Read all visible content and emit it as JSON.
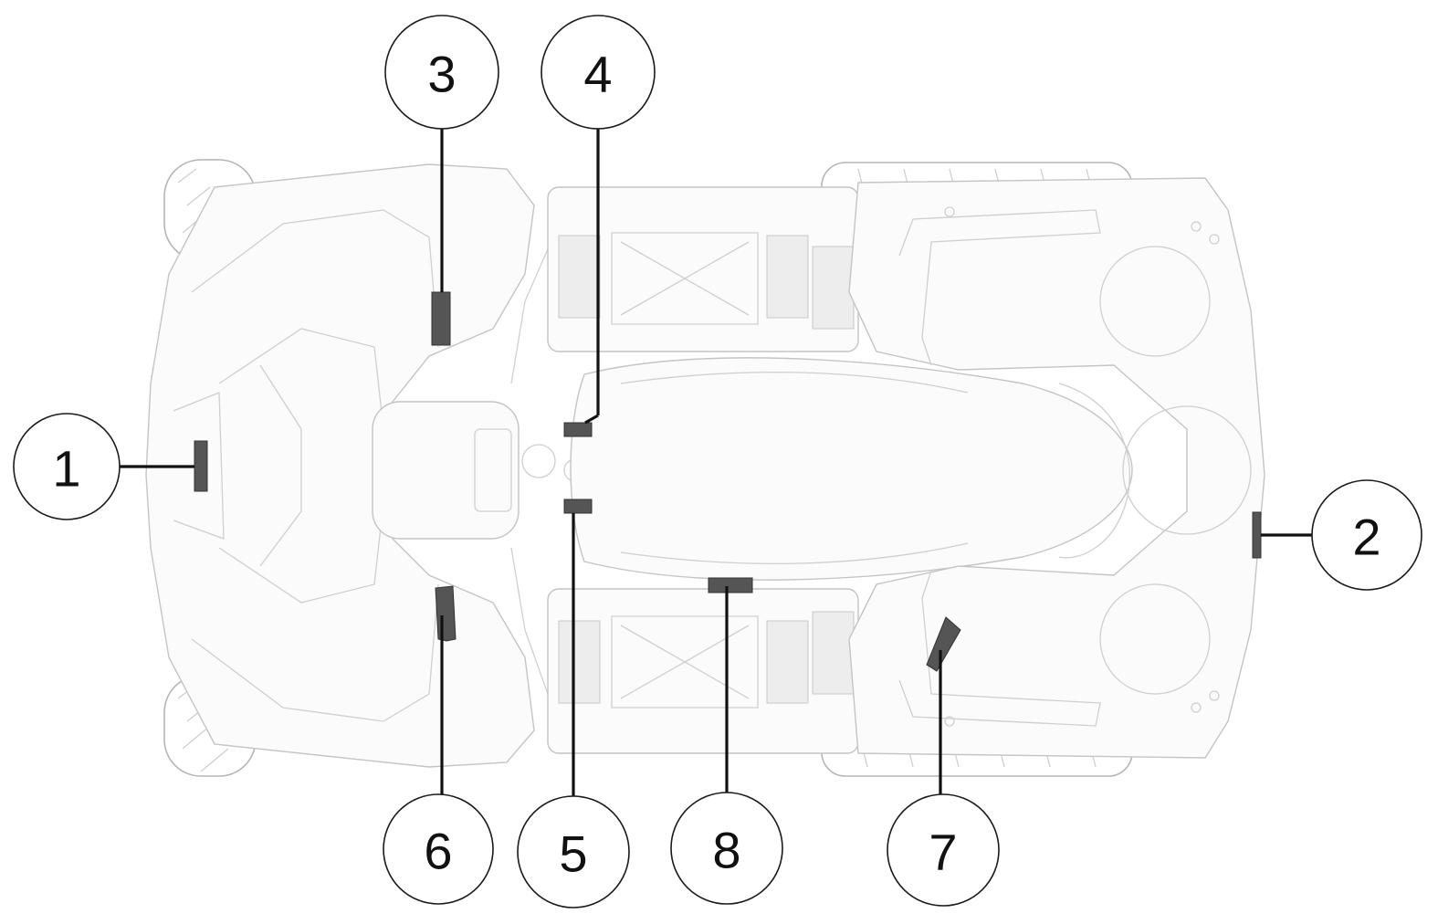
{
  "callouts": [
    {
      "id": "1",
      "label": "1"
    },
    {
      "id": "2",
      "label": "2"
    },
    {
      "id": "3",
      "label": "3"
    },
    {
      "id": "4",
      "label": "4"
    },
    {
      "id": "5",
      "label": "5"
    },
    {
      "id": "6",
      "label": "6"
    },
    {
      "id": "7",
      "label": "7"
    },
    {
      "id": "8",
      "label": "8"
    }
  ],
  "colors": {
    "line": "#111111",
    "label_mark": "#555555",
    "vehicle_outline": "#c4c4c4"
  }
}
